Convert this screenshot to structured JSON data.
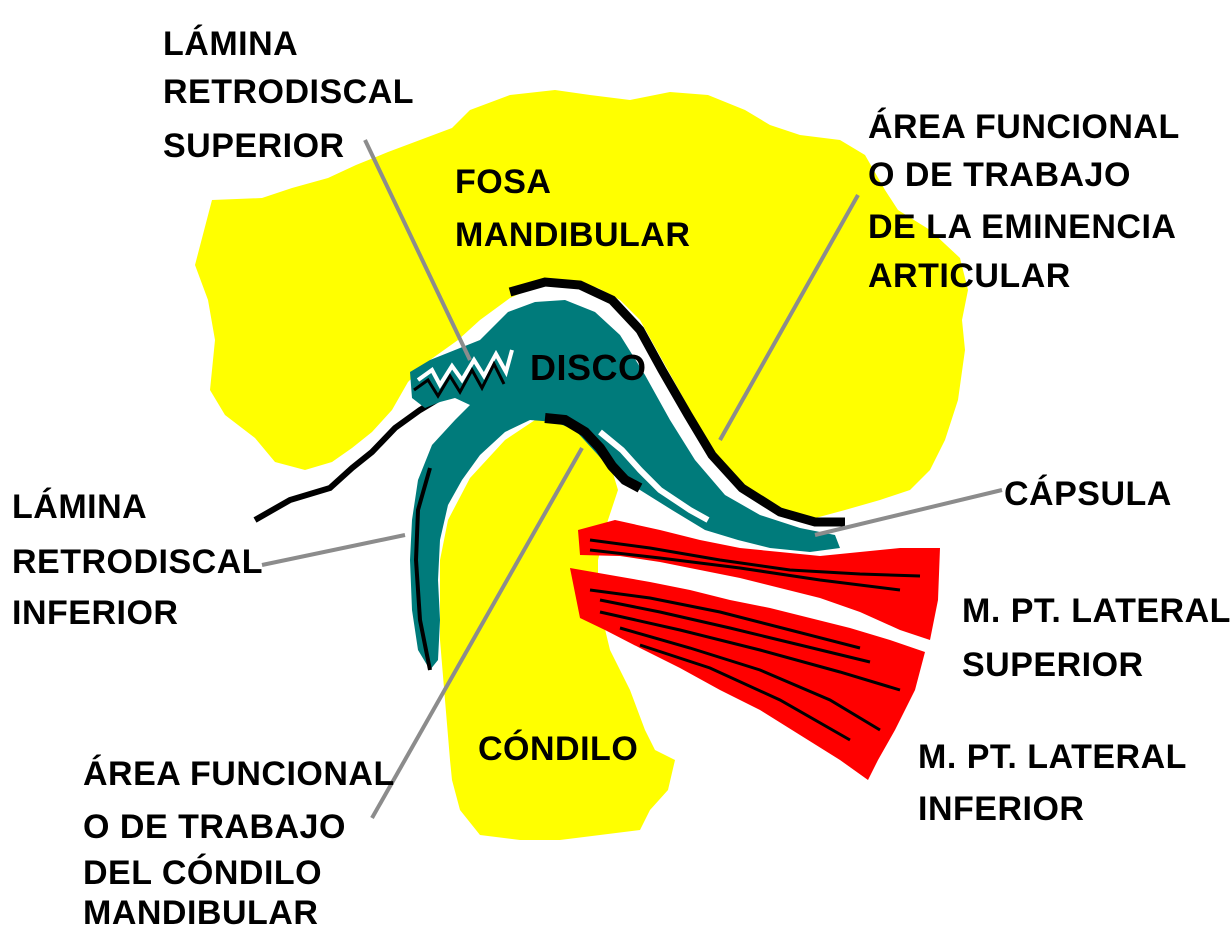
{
  "colors": {
    "bone": "#ffff00",
    "disc": "#007b7b",
    "muscle": "#ff0000",
    "outline": "#000000",
    "leader": "#8c8c8c"
  },
  "labels": {
    "lamina_sup": [
      "LÁMINA",
      "RETRODISCAL",
      "SUPERIOR"
    ],
    "fosa": [
      "FOSA",
      "MANDIBULAR"
    ],
    "area_eminencia": [
      "ÁREA FUNCIONAL",
      "O DE TRABAJO",
      "DE LA EMINENCIA",
      "ARTICULAR"
    ],
    "disco": "DISCO",
    "lamina_inf": [
      "LÁMINA",
      "RETRODISCAL",
      "INFERIOR"
    ],
    "capsula": "CÁPSULA",
    "pt_superior": [
      "M. PT. LATERAL",
      "SUPERIOR"
    ],
    "condilo": "CÓNDILO",
    "pt_inferior": [
      "M. PT. LATERAL",
      "INFERIOR"
    ],
    "area_condilo": [
      "ÁREA  FUNCIONAL",
      "O DE TRABAJO",
      "DEL CÓNDILO",
      "MANDIBULAR"
    ]
  }
}
